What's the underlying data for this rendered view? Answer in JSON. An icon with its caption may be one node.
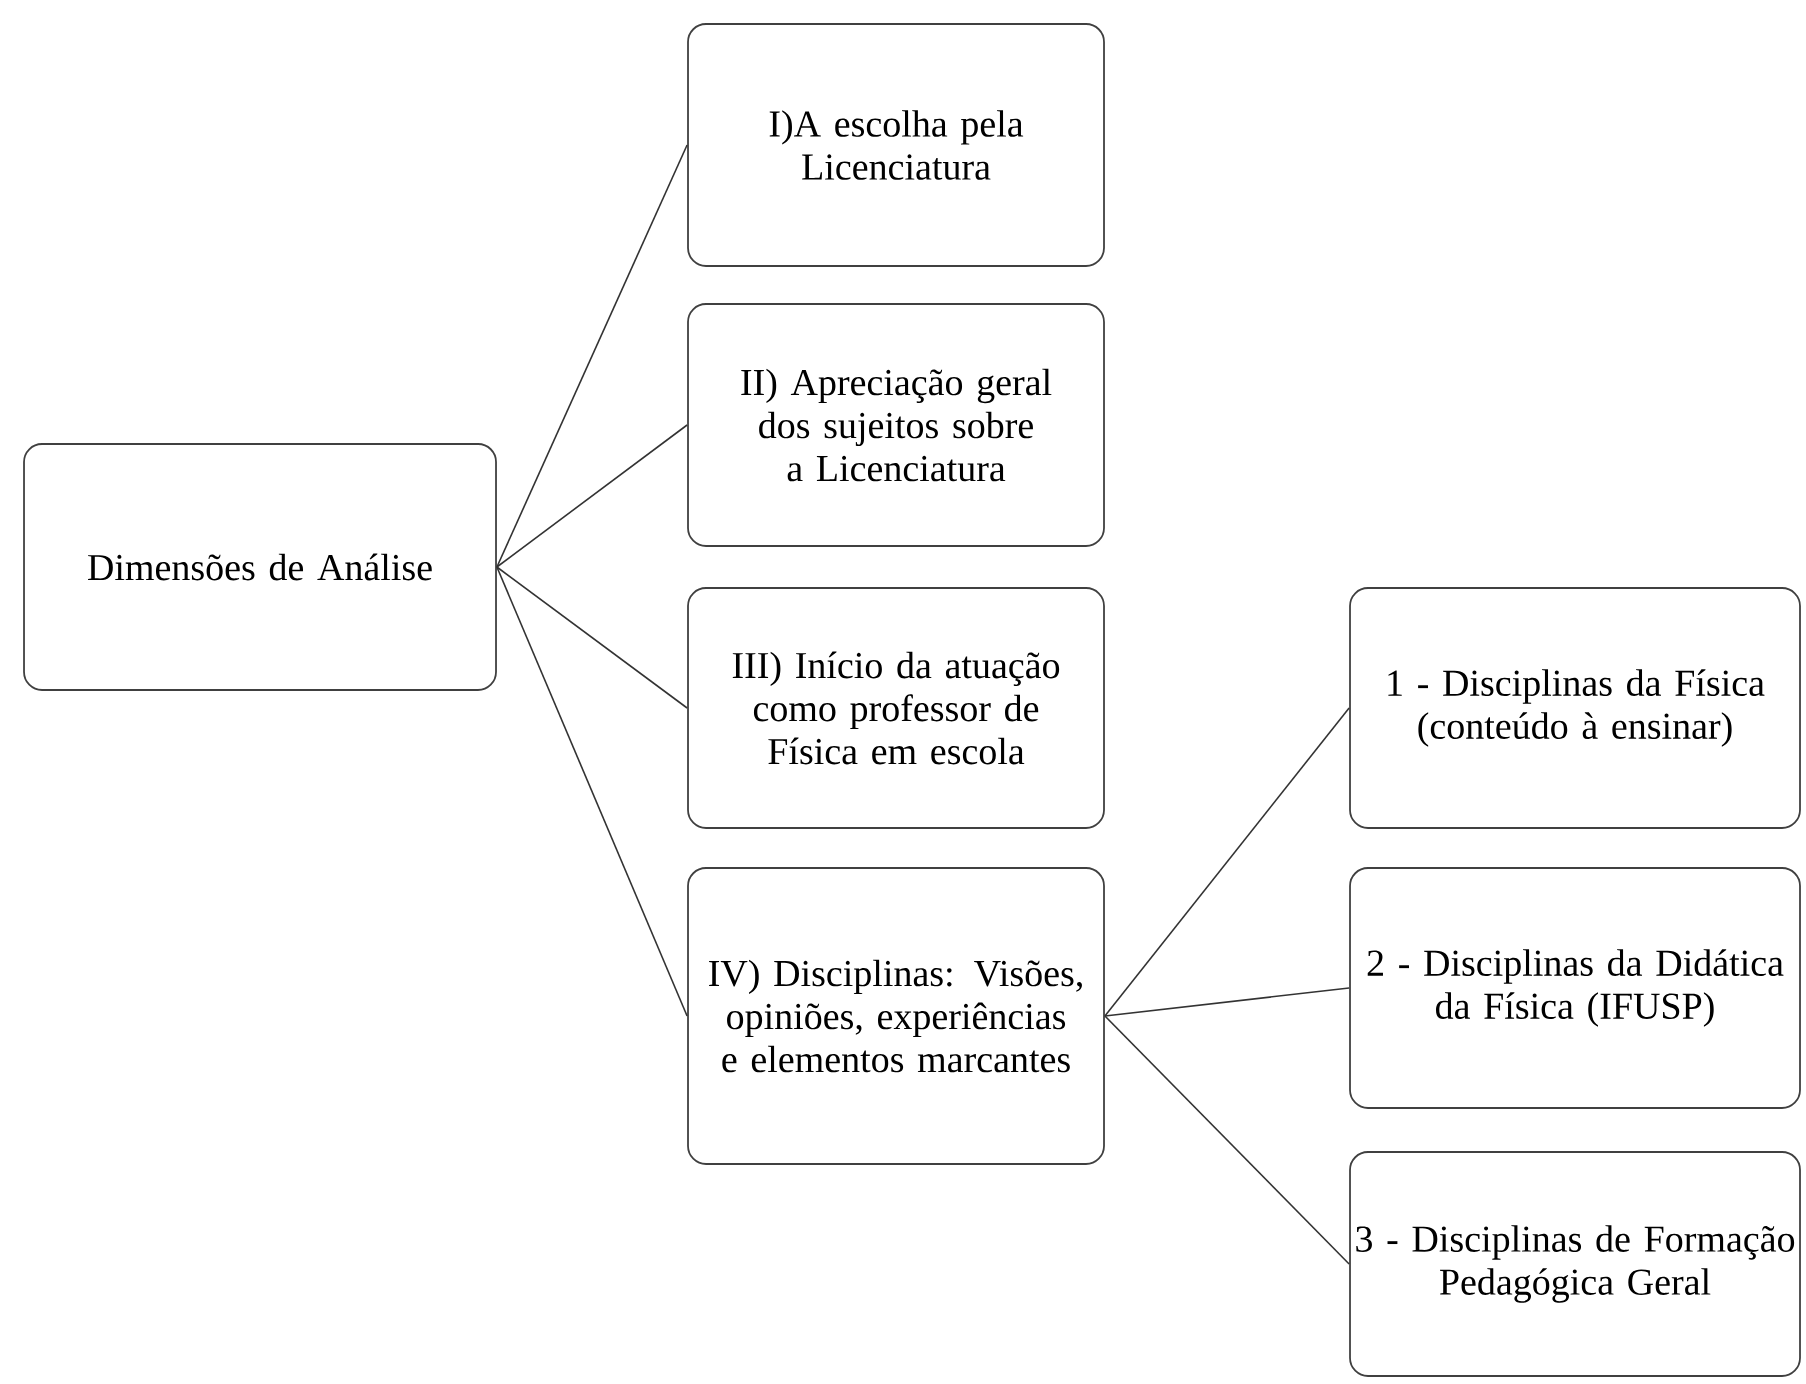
{
  "diagram": {
    "nodes": [
      {
        "text": [
          "Dimensões de Análise"
        ]
      },
      {
        "text": [
          "I)A escolha pela Licenciatura"
        ]
      },
      {
        "text": [
          "II) Apreciação geral dos sujeitos sobre a Licenciatura"
        ]
      },
      {
        "text": [
          "III) Início da atuação como professor de Física em escola"
        ]
      },
      {
        "text": [
          "IV) Disciplinas: Visões, opiniões, experiências e elementos marcantes"
        ]
      },
      {
        "text": [
          "1 - Disciplinas da Física (conteúdo à ensinar)"
        ]
      },
      {
        "text": [
          "2 - Disciplinas da Didática da Física (IFUSP)"
        ]
      },
      {
        "text": [
          "3 - Disciplinas de Formação Pedagógica Geral"
        ]
      }
    ],
    "edges": [
      {
        "from": 0,
        "to": 1,
        "arrow": "none"
      },
      {
        "from": 0,
        "to": 2,
        "arrow": "none"
      },
      {
        "from": 0,
        "to": 3,
        "arrow": "none"
      },
      {
        "from": 0,
        "to": 4,
        "arrow": "none"
      },
      {
        "from": 4,
        "to": 5,
        "arrow": "none"
      },
      {
        "from": 4,
        "to": 6,
        "arrow": "none"
      },
      {
        "from": 4,
        "to": 7,
        "arrow": "none"
      }
    ]
  }
}
